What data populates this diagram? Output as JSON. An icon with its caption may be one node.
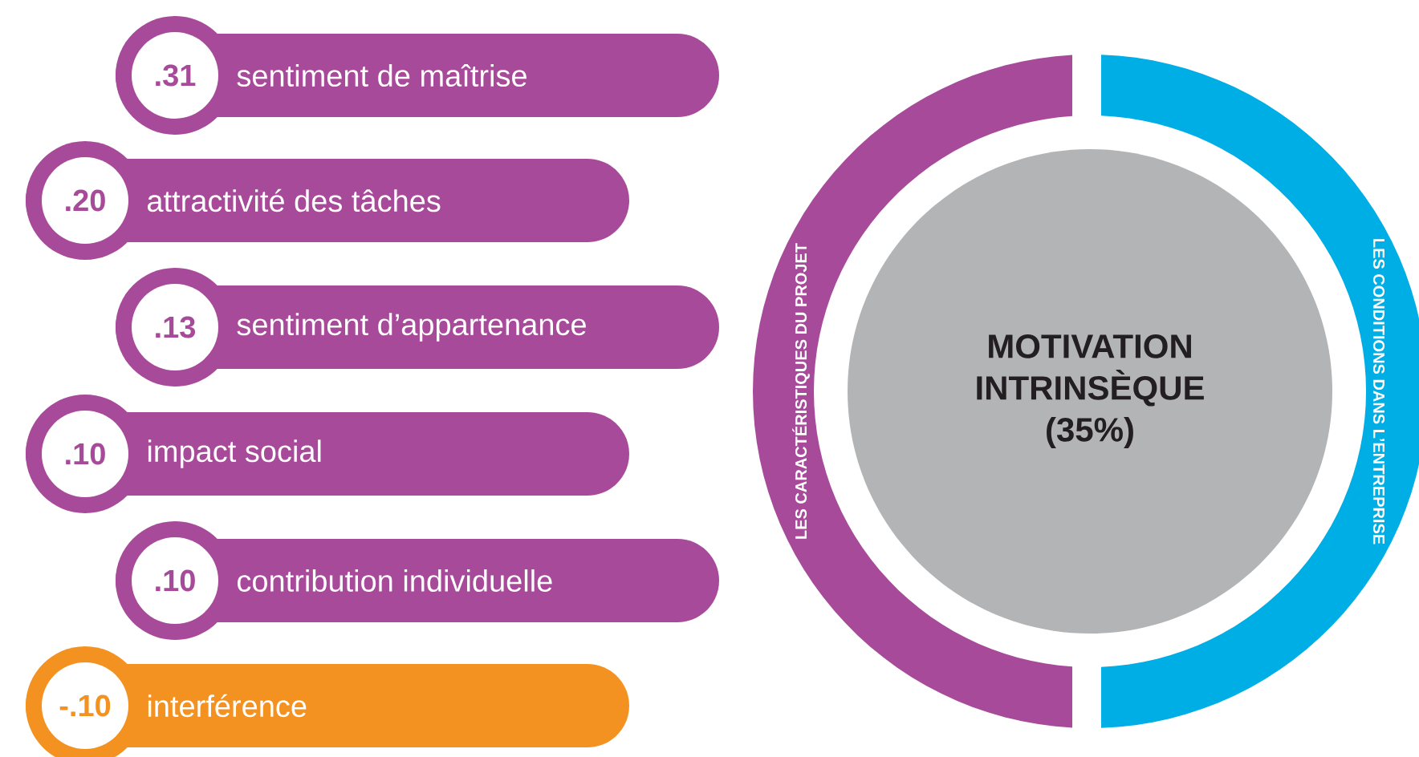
{
  "diagram": {
    "nodes": [
      {
        "text": [
          ".31",
          "sentiment de maîtrise"
        ]
      },
      {
        "text": [
          ".20",
          "attractivité des tâches"
        ]
      },
      {
        "text": [
          ".13",
          "sentiment d’appartenance"
        ]
      },
      {
        "text": [
          ".10",
          "impact social"
        ]
      },
      {
        "text": [
          ".10",
          "contribution individuelle"
        ]
      },
      {
        "text": [
          "-.10",
          "interférence"
        ]
      },
      {
        "text": [
          "LES CARACTÉRISTIQUES DU PROJET"
        ]
      },
      {
        "text": [
          "LES CONDITIONS DANS L’ENTREPRISE"
        ]
      },
      {
        "text": [
          "MOTIVATION INTRINSÈQUE (35%)"
        ]
      }
    ]
  }
}
